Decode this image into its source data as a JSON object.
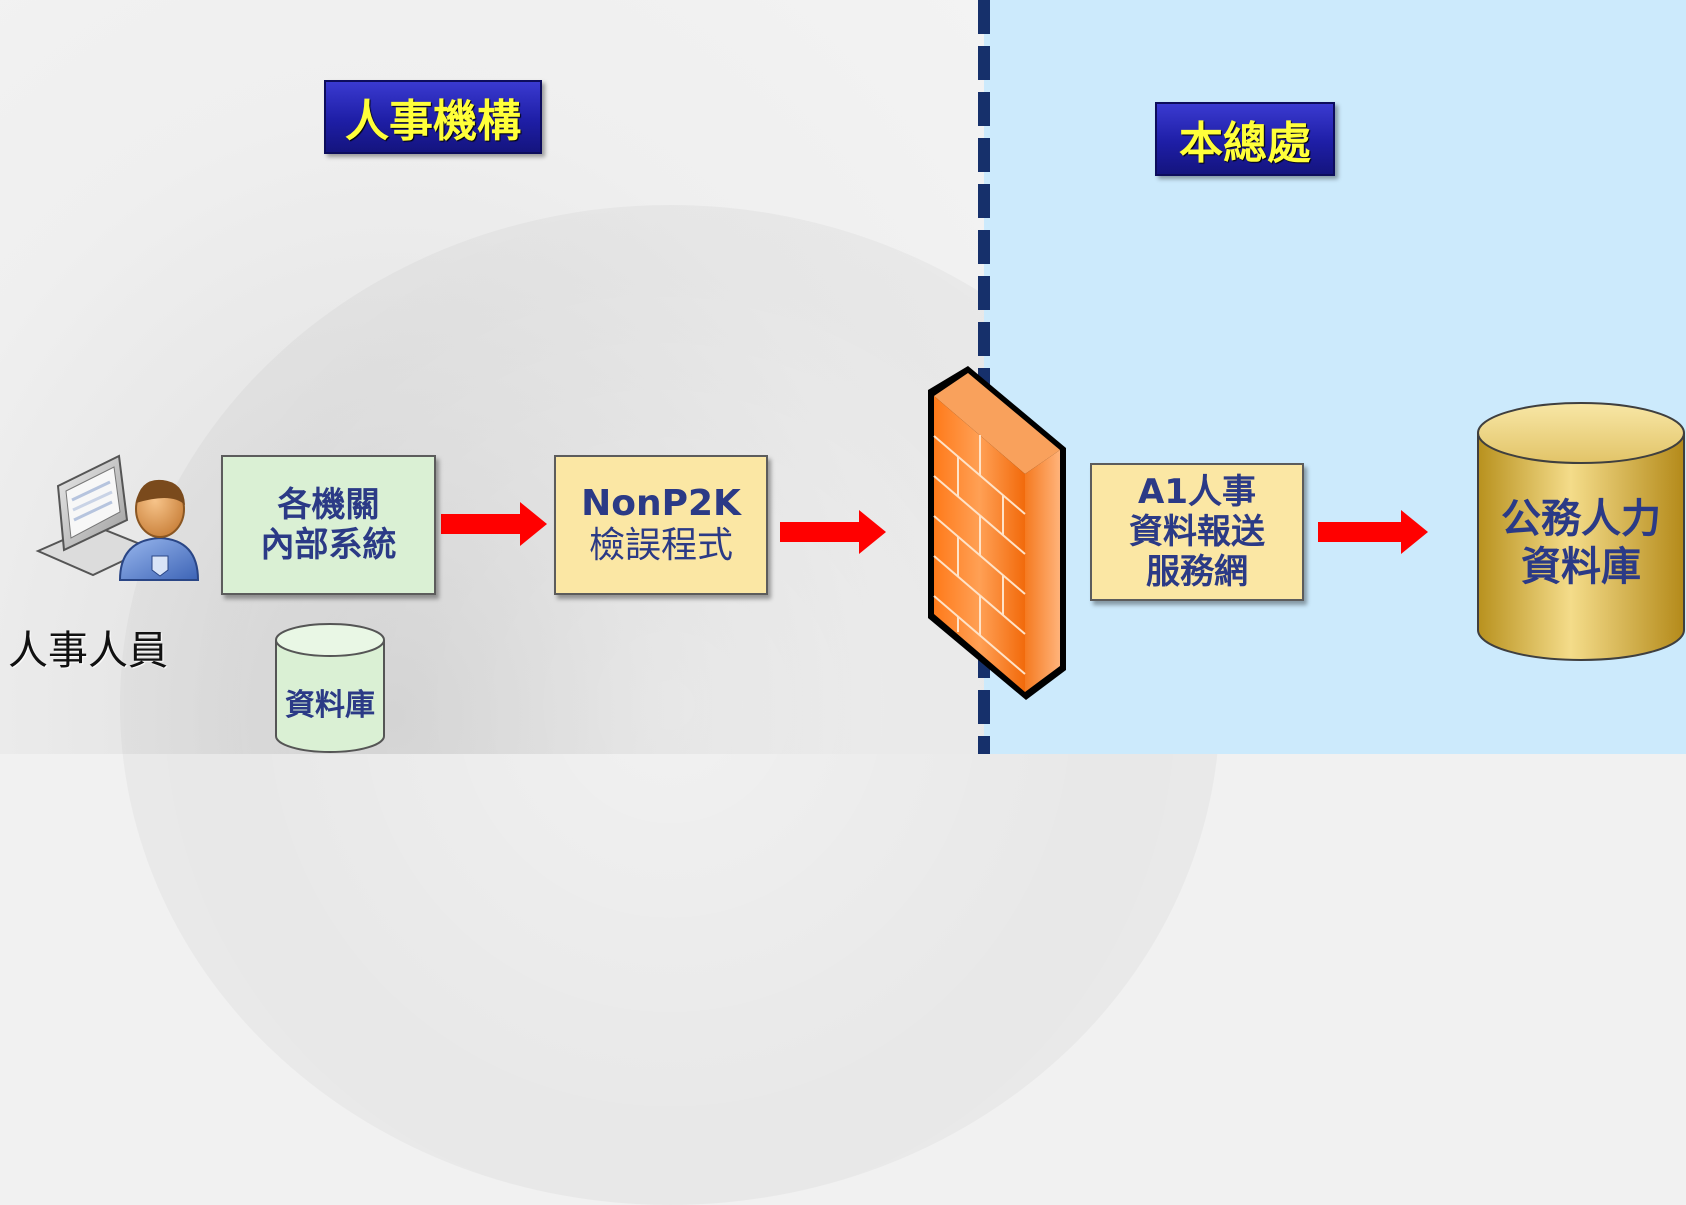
{
  "regions": {
    "left_title": "人事機構",
    "right_title": "本總處"
  },
  "actor": {
    "label": "人事人員",
    "icon": "computer-user-icon"
  },
  "nodes": {
    "internal_system": [
      "各機關",
      "內部系統"
    ],
    "local_db": "資料庫",
    "nonp2k": [
      "NonP2K",
      "檢誤程式"
    ],
    "firewall": "firewall-icon",
    "a1": [
      "A1人事",
      "資料報送",
      "服務網"
    ],
    "central_db": [
      "公務人力",
      "資料庫"
    ]
  },
  "colors": {
    "title_bg": "#1e1ea6",
    "title_text": "#ffff3a",
    "right_region_bg": "#cceafc",
    "divider": "#16306b",
    "arrow": "#ff0000",
    "green_box": "#daf0d4",
    "yellow_box": "#fbe7a4",
    "box_text": "#2b3a86"
  }
}
